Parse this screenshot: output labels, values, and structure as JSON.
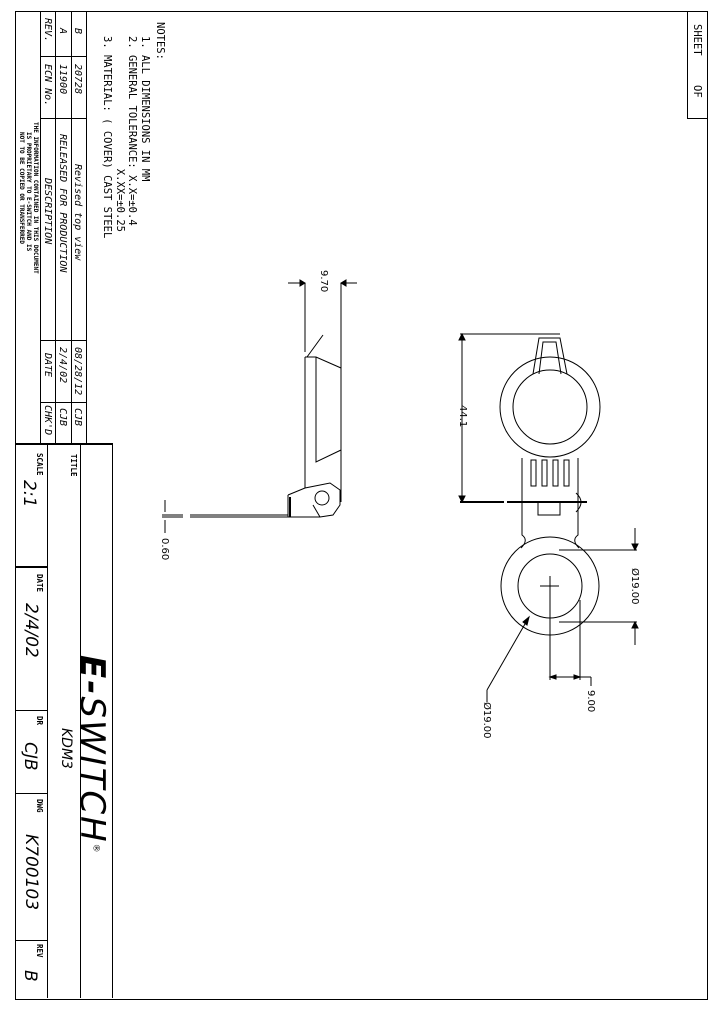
{
  "sheet": {
    "label_sheet": "SHEET",
    "label_of": "OF"
  },
  "notes": {
    "heading": "NOTES:",
    "items": [
      "1. ALL DIMENSIONS IN MM",
      "2. GENERAL TOLERANCE: X.X=±0.4",
      "                     X.XX=±0.25",
      "3. MATERIAL: ( COVER) CAST STEEL"
    ]
  },
  "revision_table": {
    "headers": {
      "rev": "REV.",
      "ecn": "ECN No.",
      "description": "DESCRIPTION",
      "date": "DATE",
      "chkd": "CHK'D"
    },
    "rows": [
      {
        "rev": "B",
        "ecn": "20728",
        "description": "Revised top view",
        "date": "08/28/12",
        "chkd": "CJB"
      },
      {
        "rev": "A",
        "ecn": "11900",
        "description": "RELEASED FOR PRODUCTION",
        "date": "2/4/02",
        "chkd": "CJB"
      }
    ],
    "disclaimer": [
      "THE INFORMATION CONTAINED IN THIS DOCUMENT",
      "IS PROPRIETARY TO E-SWITCH AND IS",
      "NOT TO BE COPIED OR TRANSFERRED"
    ]
  },
  "title_block": {
    "title_label": "TITLE",
    "title_value": "KDM3",
    "scale_label": "SCALE",
    "scale_value": "2:1",
    "date_label": "DATE",
    "date_value": "2/4/02",
    "drawn_label": "DR",
    "drawn_value": "CJB",
    "dwg_label": "DWG",
    "dwg_value": "K700103",
    "rev_label": "REV",
    "rev_value": "B",
    "logo_bold": "E-",
    "logo_text": "SWITCH",
    "logo_mark": "®"
  },
  "dimensions": {
    "side_width": "9.70",
    "side_thickness": "0.60",
    "overall_length": "44.1",
    "hole_dia_right": "Ø19.00",
    "hole_offset": "9.00",
    "hole_dia_left": "Ø19.00"
  }
}
